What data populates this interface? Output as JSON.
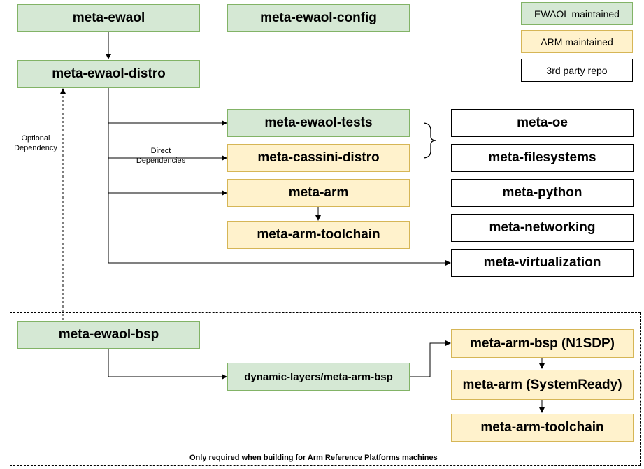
{
  "legend": {
    "ewaol": "EWAOL maintained",
    "arm": "ARM maintained",
    "third": "3rd party repo"
  },
  "colors": {
    "ewaol_fill": "#d5e8d4",
    "ewaol_border": "#82b366",
    "arm_fill": "#fff2cc",
    "arm_border": "#d6b656",
    "third_fill": "#ffffff",
    "third_border": "#000000"
  },
  "layers": {
    "meta_ewaol": "meta-ewaol",
    "meta_ewaol_config": "meta-ewaol-config",
    "meta_ewaol_distro": "meta-ewaol-distro",
    "meta_ewaol_tests": "meta-ewaol-tests",
    "meta_cassini_distro": "meta-cassini-distro",
    "meta_arm": "meta-arm",
    "meta_arm_toolchain": "meta-arm-toolchain",
    "meta_oe": "meta-oe",
    "meta_filesystems": "meta-filesystems",
    "meta_python": "meta-python",
    "meta_networking": "meta-networking",
    "meta_virtualization": "meta-virtualization",
    "meta_ewaol_bsp": "meta-ewaol-bsp",
    "dynamic_layers": "dynamic-layers/meta-arm-bsp",
    "meta_arm_bsp_n1sdp": "meta-arm-bsp (N1SDP)",
    "meta_arm_systemready": "meta-arm (SystemReady)",
    "meta_arm_toolchain_bsp": "meta-arm-toolchain"
  },
  "labels": {
    "optional_1": "Optional",
    "optional_2": "Dependency",
    "direct_1": "Direct",
    "direct_2": "Dependencies",
    "bsp_note": "Only required when building for Arm Reference Platforms machines"
  }
}
